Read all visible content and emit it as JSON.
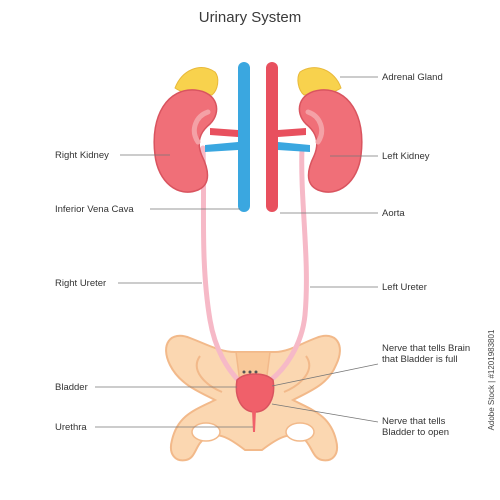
{
  "title": "Urinary System",
  "labels": {
    "adrenal_gland": "Adrenal Gland",
    "right_kidney": "Right Kidney",
    "left_kidney": "Left Kidney",
    "inferior_vena_cava": "Inferior Vena Cava",
    "aorta": "Aorta",
    "right_ureter": "Right Ureter",
    "left_ureter": "Left Ureter",
    "bladder": "Bladder",
    "urethra": "Urethra",
    "nerve_full": "Nerve that tells Brain that Bladder is full",
    "nerve_open": "Nerve that tells Bladder to open"
  },
  "stock_id": "Adobe Stock | #1201983801",
  "colors": {
    "kidney": "#f06f78",
    "kidney_inner": "#f4a1a6",
    "adrenal": "#f8d24d",
    "vein": "#3aa7e0",
    "artery": "#e8505e",
    "ureter": "#f6b9c7",
    "bone": "#fbd7b1",
    "bladder": "#f0606a",
    "leader": "#777777"
  }
}
